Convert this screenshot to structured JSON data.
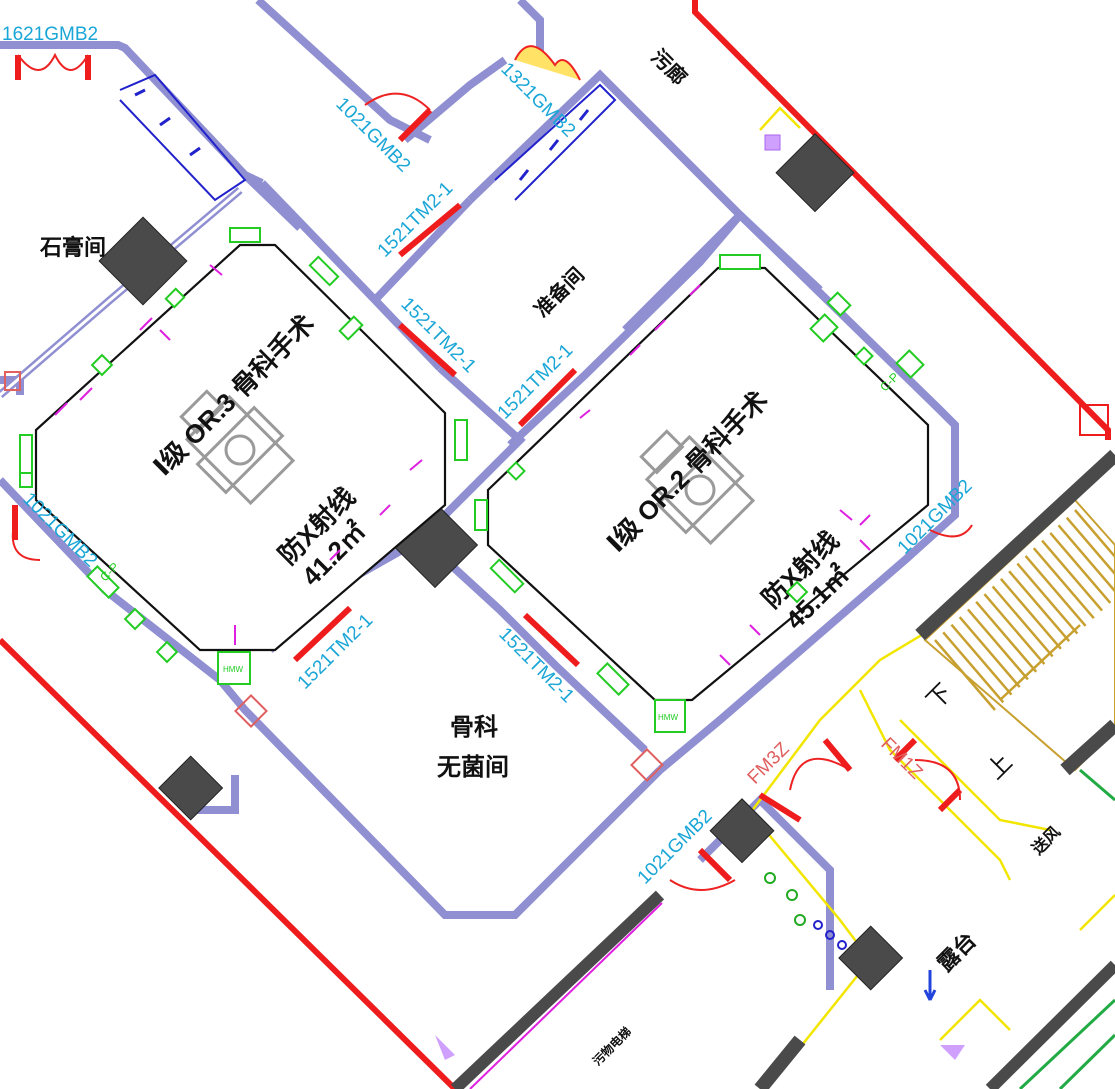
{
  "rooms": {
    "or3_title": "Ⅰ级 OR.3 骨科手术",
    "or3_note": "防X射线",
    "or3_area": "41.2㎡",
    "or2_title": "Ⅰ级 OR.2 骨科手术",
    "or2_note": "防X射线",
    "or2_area": "45.1㎡",
    "prep": "准备间",
    "plaster": "石膏间",
    "dirty": "污廊",
    "sterile_1": "骨科",
    "sterile_2": "无菌间",
    "balcony": "露台",
    "dirty_elev": "污物电梯",
    "lift": "送风"
  },
  "doors": {
    "d1621": "1621GMB2",
    "d1021_top": "1021GMB2",
    "d1321": "1321GMB2",
    "d1021_left": "1021GMB2",
    "d1021_right": "1021GMB2",
    "d1021_bottom": "1021GMB2",
    "tm_prep": "1521TM2-1",
    "tm_or3_r": "1521TM2-1",
    "tm_or2_l": "1521TM2-1",
    "tm_or3_b": "1521TM2-1",
    "tm_or2_b": "1521TM2-1",
    "fm3z": "FM3Z",
    "fm1z": "FM1Z"
  },
  "stair": {
    "down": "下",
    "up": "上"
  },
  "equipment": {
    "hm": "HMW",
    "cp": "C-P"
  },
  "colors": {
    "wall": "#8f8fd2",
    "outer_wall": "#ee1c1c",
    "door_label": "#1aa6d6",
    "equipment": "#22cc22",
    "marker": "#e020e0",
    "stair": "#c8a030",
    "yellow_line": "#f2e600"
  }
}
